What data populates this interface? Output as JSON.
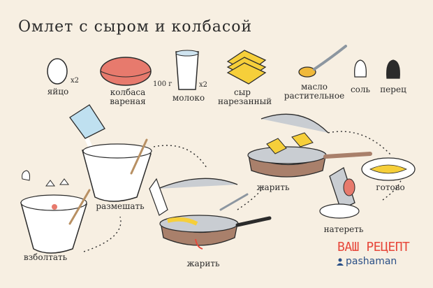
{
  "title": "Омлет с сыром и колбасой",
  "ingredients": [
    {
      "name": "яйцо",
      "qty": "x2",
      "icon": "egg-icon"
    },
    {
      "name": "колбаса\nвареная",
      "qty": "100 г",
      "icon": "sausage-icon"
    },
    {
      "name": "молоко",
      "qty": "x2",
      "icon": "milk-glass-icon"
    },
    {
      "name": "сыр\nнарезанный",
      "qty": "",
      "icon": "cheese-slices-icon"
    },
    {
      "name": "масло\nрастительное",
      "qty": "",
      "icon": "oil-spoon-icon"
    },
    {
      "name": "соль",
      "qty": "",
      "icon": "salt-shaker-icon"
    },
    {
      "name": "перец",
      "qty": "",
      "icon": "pepper-shaker-icon"
    }
  ],
  "steps": {
    "beat": "взболтать",
    "mix": "размешать",
    "fry1": "жарить",
    "fry2": "жарить",
    "grate": "натереть",
    "done": "готово"
  },
  "brand": {
    "name": "ВАШ РЕЦЕПТ",
    "author": "pashaman"
  },
  "colors": {
    "sausage": "#e77a6d",
    "cheese": "#f6cf3a",
    "oil": "#f0b93a",
    "pan": "#a9806b",
    "brand": "#e7483b",
    "author": "#2a4f86"
  }
}
